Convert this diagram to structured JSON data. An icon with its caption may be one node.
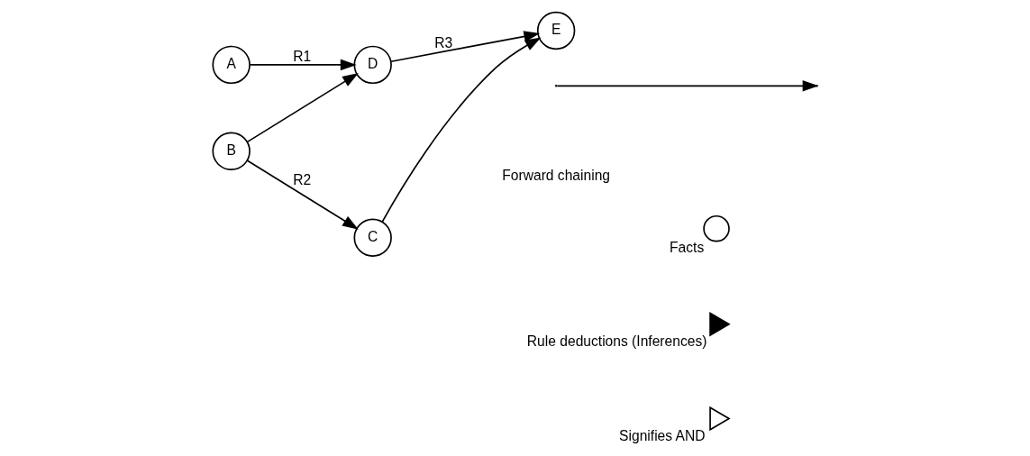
{
  "diagram": {
    "nodes": [
      {
        "text": [
          "A"
        ]
      },
      {
        "text": [
          "D"
        ]
      },
      {
        "text": [
          "E"
        ]
      },
      {
        "text": [
          "B"
        ]
      },
      {
        "text": [
          "C"
        ]
      }
    ],
    "edges": [
      {
        "from": 0,
        "to": 1,
        "arrow": "to",
        "label": "R1"
      },
      {
        "from": 3,
        "to": 1,
        "arrow": "to"
      },
      {
        "from": 3,
        "to": 4,
        "arrow": "to",
        "label": "R2"
      },
      {
        "from": 1,
        "to": 2,
        "arrow": "to",
        "label": "R3"
      },
      {
        "from": 4,
        "to": 2,
        "arrow": "to"
      }
    ],
    "labels": [
      "Forward chaining"
    ],
    "legend": [
      {
        "text": "Facts"
      },
      {
        "text": "Rule deductions (Inferences)"
      },
      {
        "text": "Signifies AND"
      }
    ]
  }
}
